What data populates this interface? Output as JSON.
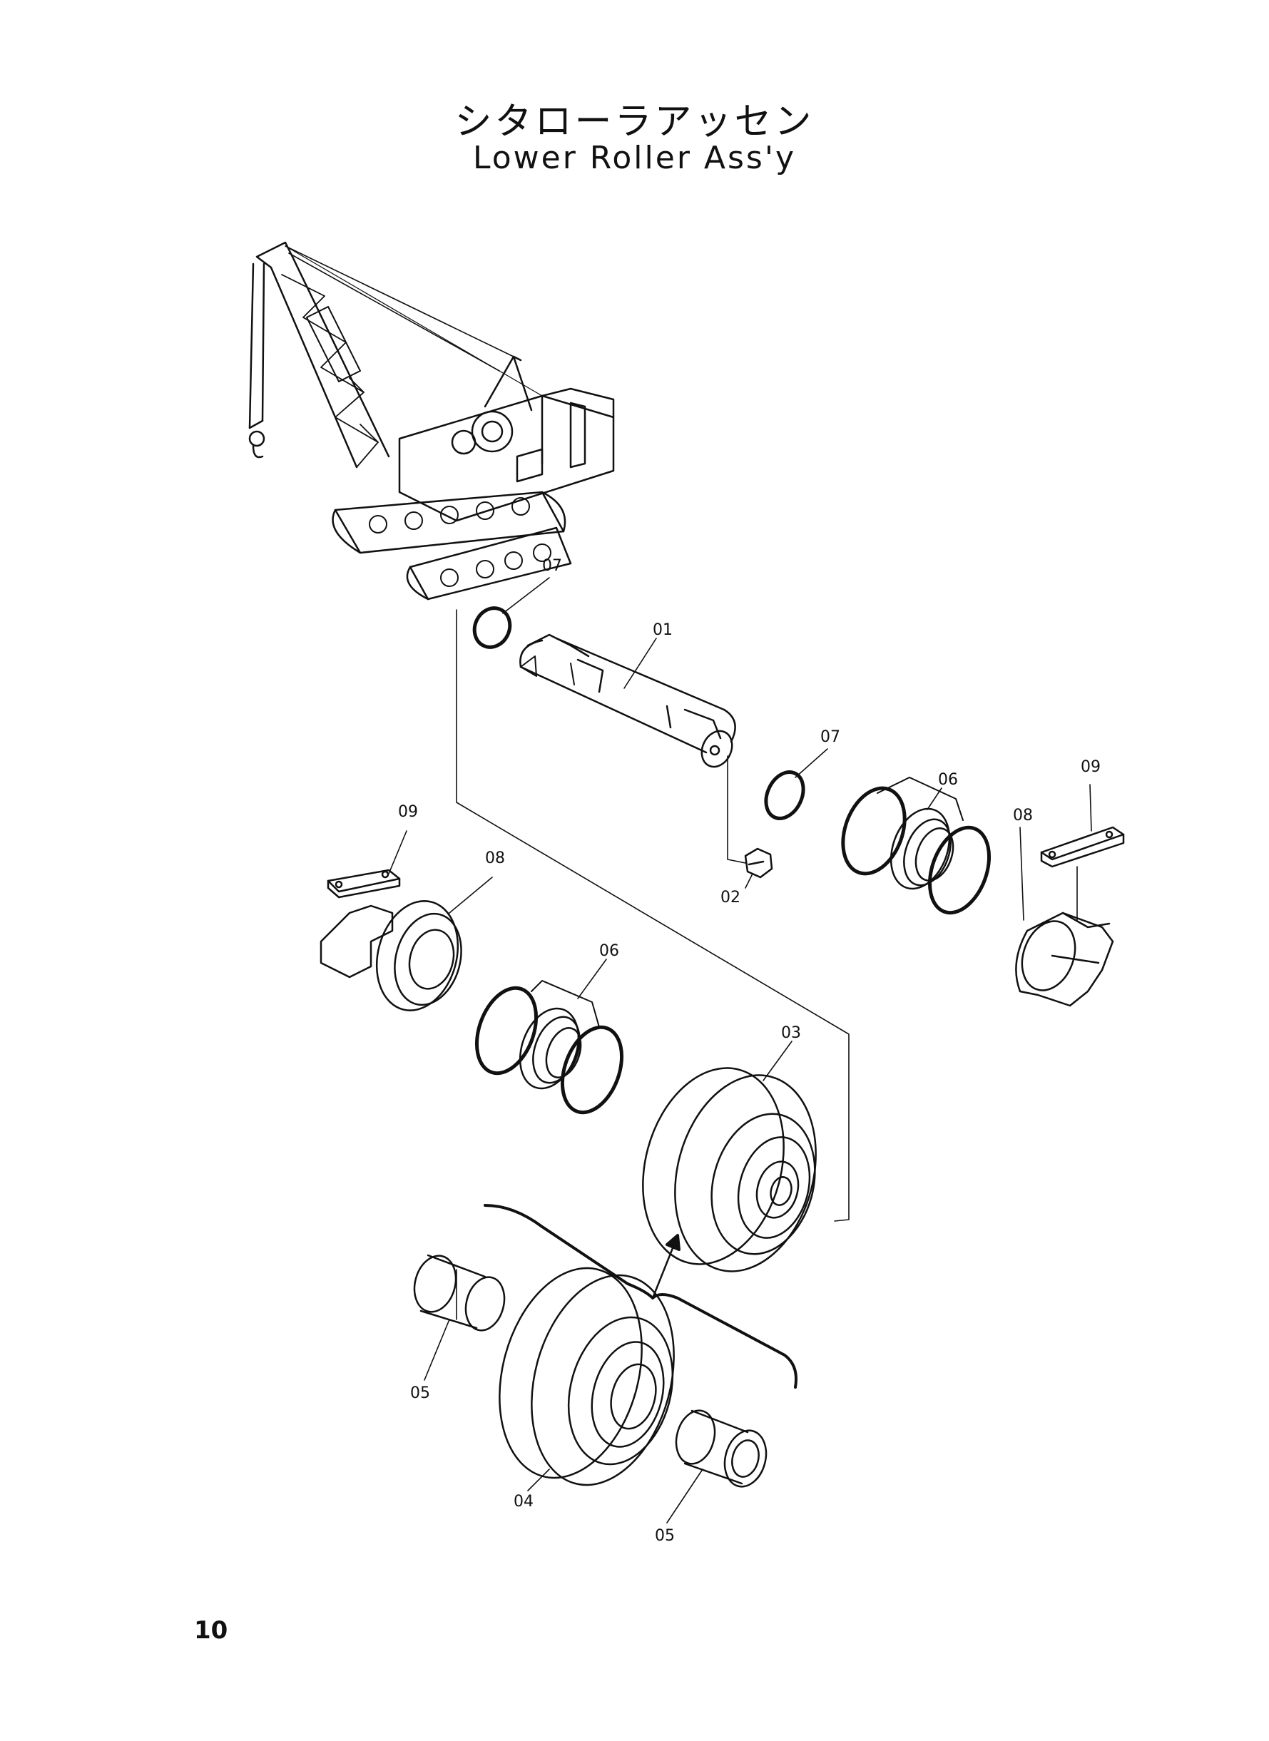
{
  "title": {
    "japanese": "シタローラアッセン",
    "english": "Lower Roller Ass'y"
  },
  "page_number": "10",
  "callouts": {
    "c07a": "07",
    "c01": "01",
    "c07b": "07",
    "c06a": "06",
    "c09a": "09",
    "c08a": "08",
    "c02": "02",
    "c09b": "09",
    "c08b": "08",
    "c06b": "06",
    "c03": "03",
    "c05a": "05",
    "c04": "04",
    "c05b": "05"
  }
}
